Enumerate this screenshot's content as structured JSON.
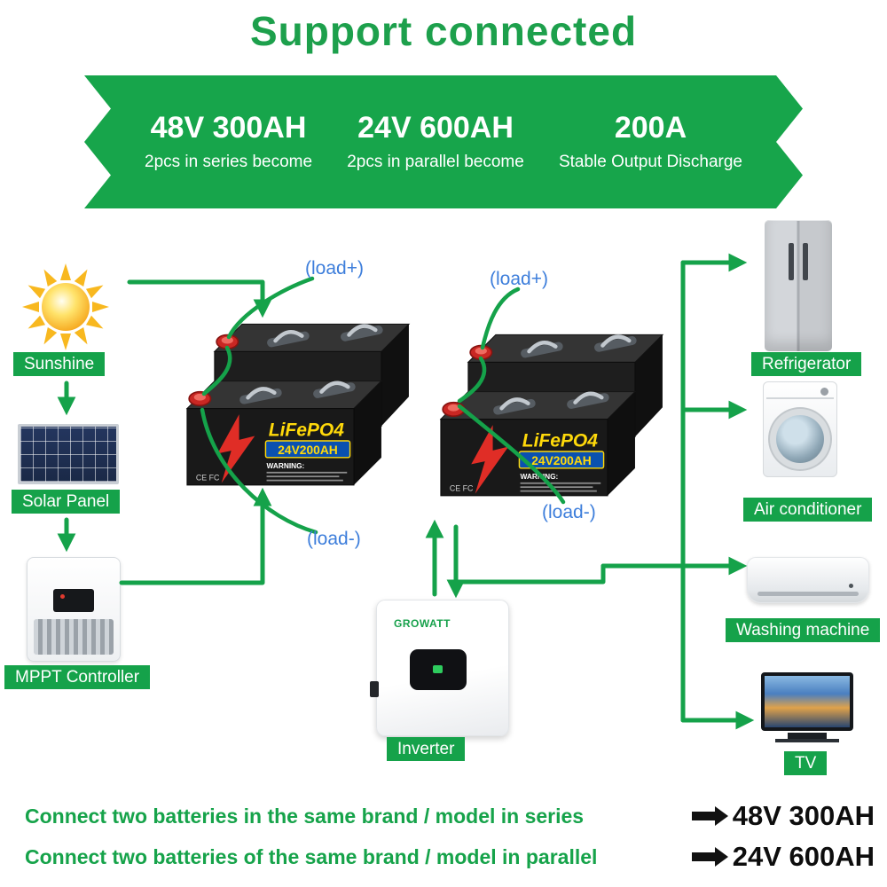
{
  "title": "Support connected",
  "banner": {
    "items": [
      {
        "value": "48V 300AH",
        "caption": "2pcs in series become"
      },
      {
        "value": "24V 600AH",
        "caption": "2pcs in parallel become"
      },
      {
        "value": "200A",
        "caption": "Stable Output Discharge"
      }
    ]
  },
  "source_chain": {
    "sunshine_label": "Sunshine",
    "solar_panel_label": "Solar Panel",
    "mppt_label": "MPPT Controller"
  },
  "battery": {
    "brand": "LiFePO4",
    "capacity": "24V200AH",
    "warning": "WARNING:",
    "certs": "CE FC",
    "load_plus": "(load+)",
    "load_minus": "(load-)"
  },
  "inverter": {
    "brand": "GROWATT",
    "label": "Inverter"
  },
  "appliances": {
    "refrigerator_label": "Refrigerator",
    "air_conditioner_label": "Air conditioner",
    "washing_machine_label": "Washing machine",
    "tv_label": "TV"
  },
  "footer": {
    "rows": [
      {
        "text": "Connect two batteries in the same brand / model in series",
        "result": "48V 300AH"
      },
      {
        "text": "Connect two batteries of the same brand / model in parallel",
        "result": "24V 600AH"
      }
    ]
  },
  "colors": {
    "green": "#15a24a",
    "blue": "#3d7edb",
    "banner_green": "#17a54b"
  }
}
